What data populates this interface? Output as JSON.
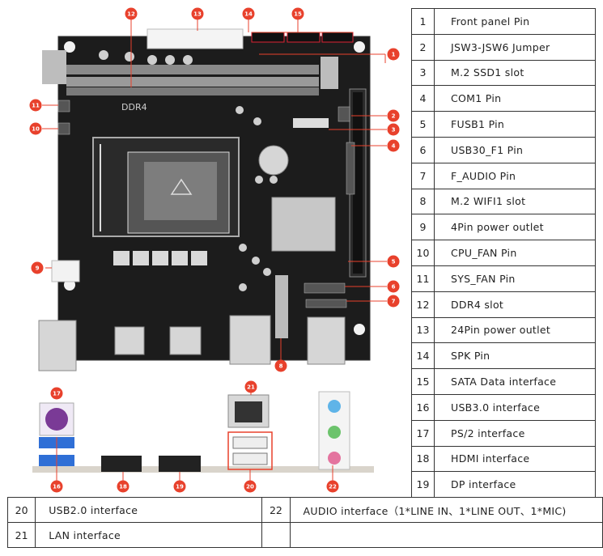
{
  "board": {
    "dimm_label": "DDR4",
    "markers": [
      "1",
      "2",
      "3",
      "4",
      "5",
      "6",
      "7",
      "8",
      "9",
      "10",
      "11",
      "12",
      "13",
      "14",
      "15",
      "16",
      "17",
      "18",
      "19",
      "20",
      "21",
      "22"
    ]
  },
  "legend": [
    {
      "num": "1",
      "label": "Front panel Pin"
    },
    {
      "num": "2",
      "label": "JSW3-JSW6 Jumper"
    },
    {
      "num": "3",
      "label": "M.2 SSD1 slot"
    },
    {
      "num": "4",
      "label": "COM1 Pin"
    },
    {
      "num": "5",
      "label": "FUSB1 Pin"
    },
    {
      "num": "6",
      "label": "USB30_F1 Pin"
    },
    {
      "num": "7",
      "label": "F_AUDIO Pin"
    },
    {
      "num": "8",
      "label": "M.2 WIFI1 slot"
    },
    {
      "num": "9",
      "label": "4Pin power outlet"
    },
    {
      "num": "10",
      "label": "CPU_FAN Pin"
    },
    {
      "num": "11",
      "label": "SYS_FAN Pin"
    },
    {
      "num": "12",
      "label": "DDR4 slot"
    },
    {
      "num": "13",
      "label": "24Pin power outlet"
    },
    {
      "num": "14",
      "label": "SPK Pin"
    },
    {
      "num": "15",
      "label": "SATA Data interface"
    },
    {
      "num": "16",
      "label": "USB3.0 interface"
    },
    {
      "num": "17",
      "label": "PS/2 interface"
    },
    {
      "num": "18",
      "label": "HDMI interface"
    },
    {
      "num": "19",
      "label": "DP interface"
    }
  ],
  "bottom": {
    "row1": {
      "num_a": "20",
      "label_a": "USB2.0 interface",
      "num_b": "22",
      "label_b": "AUDIO interface（1*LINE IN、1*LINE OUT、1*MIC)"
    },
    "row2": {
      "num_a": "21",
      "label_a": "LAN interface",
      "num_b": "",
      "label_b": ""
    }
  },
  "colors": {
    "badge": "#e8412c",
    "board": "#1c1c1c",
    "ioplate": "#d9d4cb"
  }
}
